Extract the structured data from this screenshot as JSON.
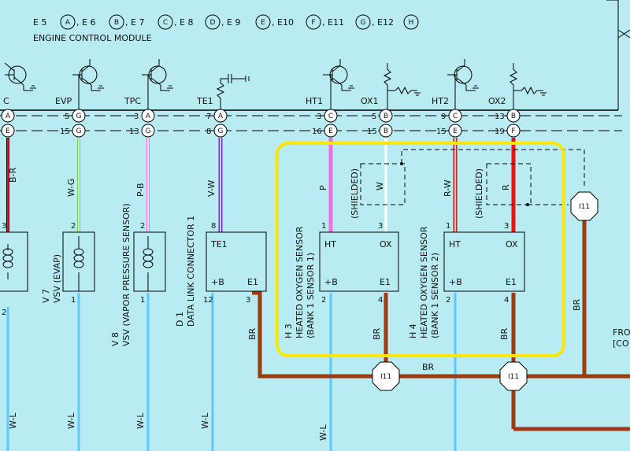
{
  "header": {
    "connectors": [
      {
        "prefix": "E 5",
        "letter": "A"
      },
      {
        "prefix": ", E 6",
        "letter": "B"
      },
      {
        "prefix": ", E 7",
        "letter": "C"
      },
      {
        "prefix": ", E 8",
        "letter": "D"
      },
      {
        "prefix": ", E 9",
        "letter": "E"
      },
      {
        "prefix": ", E10",
        "letter": "F"
      },
      {
        "prefix": ", E11",
        "letter": "G"
      },
      {
        "prefix": ", E12",
        "letter": "H"
      }
    ],
    "module_title": "ENGINE CONTROL MODULE"
  },
  "ecm_terminals": {
    "c": "C",
    "evp": "EVP",
    "tpc": "TPC",
    "te1": "TE1",
    "ht1": "HT1",
    "ox1": "OX1",
    "ht2": "HT2",
    "ox2": "OX2"
  },
  "pins": {
    "evp_a": "5",
    "evp_g": "15",
    "tpc_a": "3",
    "tpc_g": "13",
    "te1_a": "7",
    "te1_g": "8",
    "ht1_c": "3",
    "ht1_e": "16",
    "ox1_c": "5",
    "ox1_e": "15",
    "ht2_c": "9",
    "ht2_e": "15",
    "ox2_c": "13",
    "ox2_e": "19"
  },
  "connector_letters": {
    "a": "A",
    "b": "B",
    "c": "C",
    "e": "E",
    "f": "F",
    "g": "G"
  },
  "wires": {
    "left_edge": "B-R",
    "evp": "W-G",
    "tpc": "P-B",
    "te1": "V-W",
    "h3_ht": "P",
    "h3_ox": "W",
    "h4_ht": "R-W",
    "h4_ox": "R",
    "ground_vert": "BR",
    "h3_e1": "BR",
    "h4_e1": "BR",
    "dlc_e1": "BR",
    "bottom_bus": "BR",
    "wl_1": "W-L",
    "wl_2": "W-L",
    "wl_3": "W-L",
    "wl_4": "W-L",
    "wl_5": "W-L"
  },
  "shielded": [
    "(SHIELDED)",
    "(SHIELDED)"
  ],
  "components": {
    "v7": {
      "id": "V 7",
      "name": "VSV (EVAP)",
      "pin_top": "2",
      "pin_bottom": "1"
    },
    "v8": {
      "id": "V 8",
      "name": "VSV (VAPOR PRESSURE SENSOR)",
      "pin_top": "2",
      "pin_bottom": "1"
    },
    "d1": {
      "id": "D 1",
      "name": "DATA LINK CONNECTOR 1",
      "terminal_top": "TE1",
      "terminal_bl": "+B",
      "terminal_br": "E1",
      "pin_top": "8",
      "pin_bl": "12",
      "pin_br": "3"
    },
    "h3": {
      "id": "H 3",
      "name": "HEATED OXYGEN SENSOR",
      "sub": "(BANK 1 SENSOR 1)",
      "t_ht": "HT",
      "t_ox": "OX",
      "t_b": "+B",
      "t_e1": "E1",
      "pin_ht": "1",
      "pin_ox": "3",
      "pin_b": "2",
      "pin_e1": "4"
    },
    "h4": {
      "id": "H 4",
      "name": "HEATED OXYGEN SENSOR",
      "sub": "(BANK 1 SENSOR 2)",
      "t_ht": "HT",
      "t_ox": "OX",
      "t_b": "+B",
      "t_e1": "E1",
      "pin_ht": "1",
      "pin_ox": "3",
      "pin_b": "2",
      "pin_e1": "4"
    },
    "left_partial": {
      "pin_top": "3",
      "pin_bottom": "2"
    }
  },
  "grounds": {
    "i11_a": "I11",
    "i11_b": "I11",
    "i11_c": "I11"
  },
  "right_edge": {
    "line1": "FRO",
    "line2": "[CO"
  },
  "colors": {
    "background": "#b8ecf2",
    "highlight": "#ffe600",
    "wire_br": "#9c3a12",
    "wire_red": "#ee1111",
    "wire_pink": "#f070e0",
    "wire_violet": "#6a2ce8",
    "wire_light_blue": "#60c8ff",
    "wire_green": "#66dd44"
  }
}
